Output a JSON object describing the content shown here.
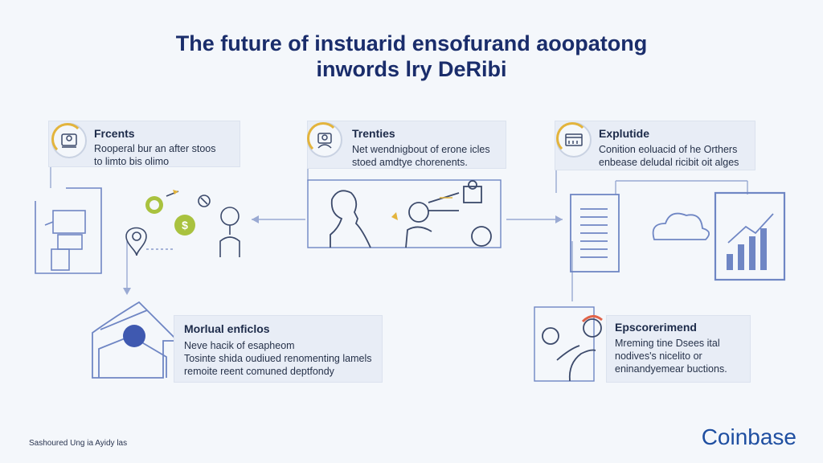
{
  "title": {
    "line1": "The future of instuarid ensofurand aoopatong",
    "line2": "inwords lry DeRibi"
  },
  "cards": {
    "frents": {
      "heading": "Frcents",
      "body_line1": "Rooperal bur an after stoos",
      "body_line2": "to limto bis olimo"
    },
    "trenties": {
      "heading": "Trenties",
      "body_line1": "Net wendnigbout of erone icles",
      "body_line2": "stoed amdtye chorenents."
    },
    "explutide": {
      "heading": "Explutide",
      "body_line1": "Conition eoluacid of he Orthers",
      "body_line2": "enbease deludal ricibit oit alges"
    },
    "morlual": {
      "heading": "Morlual enficlos",
      "body_line1": "Neve hacik of esapheom",
      "body_line2": "Tosinte shida oudiued renomenting lamels",
      "body_line3": "remoite reent comuned deptfondy"
    },
    "epscorerimend": {
      "heading": "Epscorerimend",
      "body_line1": "Mreming tine Dsees ital",
      "body_line2": "nodives's nicelito or",
      "body_line3": "eninandyemear buctions."
    }
  },
  "footer": {
    "caption": "Sashoured Ung ia Ayidy las",
    "brand": "Coinbase"
  },
  "icons": [
    "person-desk-icon",
    "dollar-coin-icon",
    "location-pin-icon",
    "person-avatar-icon",
    "person-profile-icon",
    "browser-window-icon",
    "document-list-icon",
    "cloud-icon",
    "bar-chart-icon",
    "house-icon",
    "person-hand-icon"
  ],
  "colors": {
    "title": "#1a2d6b",
    "brand": "#1f4fa1",
    "accent_yellow": "#e3b43c",
    "accent_green": "#a9c23f",
    "accent_red": "#e0644a",
    "line": "#6f86c4"
  }
}
